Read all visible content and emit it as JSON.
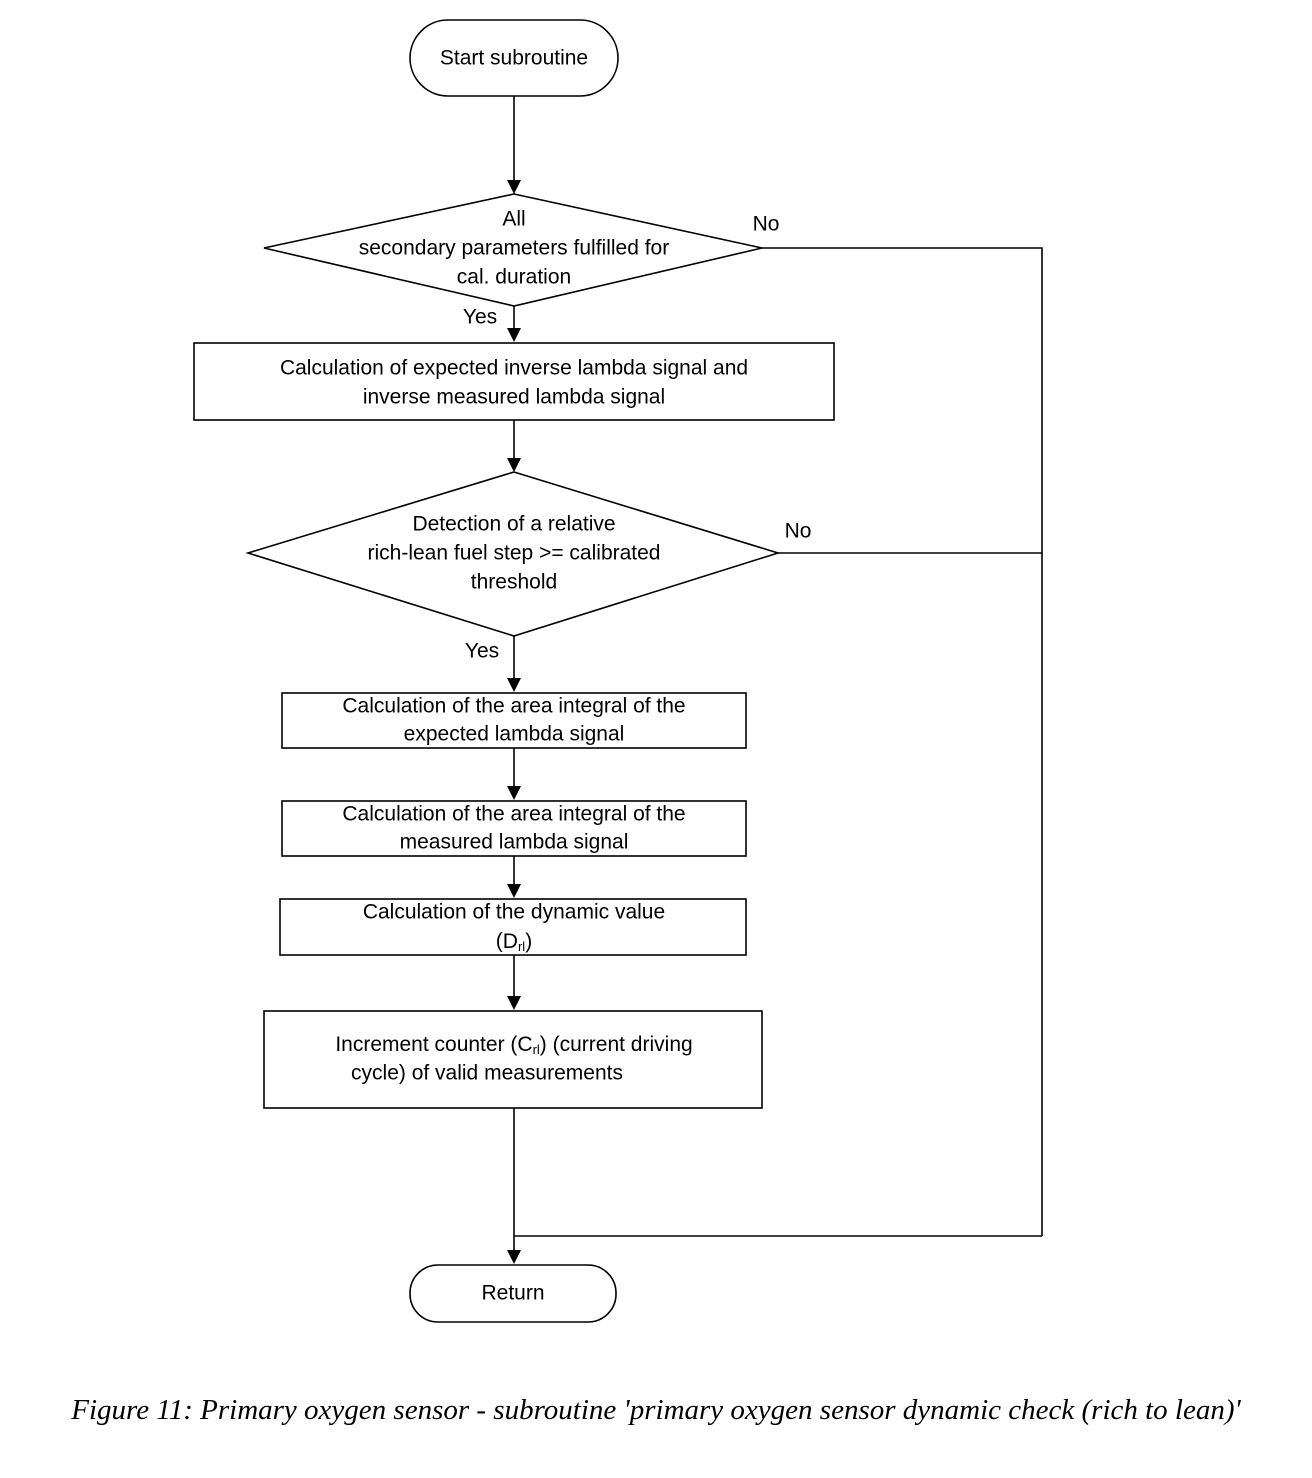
{
  "nodes": {
    "start": {
      "text": "Start subroutine"
    },
    "decision_params": {
      "lines": [
        "All",
        "secondary parameters fulfilled for",
        "cal. duration"
      ]
    },
    "calc_inverse": {
      "lines": [
        "Calculation of expected inverse lambda signal and",
        "inverse measured lambda signal"
      ]
    },
    "decision_step": {
      "lines": [
        "Detection of a relative",
        "rich-lean fuel step >= calibrated",
        "threshold"
      ]
    },
    "calc_expected_integral": {
      "lines": [
        "Calculation of the area integral of the",
        "expected lambda signal"
      ]
    },
    "calc_measured_integral": {
      "lines": [
        "Calculation of the area integral of the",
        "measured lambda signal"
      ]
    },
    "calc_dynamic": {
      "line1": "Calculation of the dynamic value",
      "symbol": "D",
      "subscript": "rl"
    },
    "increment": {
      "prefix": "Increment counter (",
      "symbol": "C",
      "subscript": "rl",
      "suffix": ") (current driving",
      "line2": "cycle) of valid measurements"
    },
    "return": {
      "text": "Return"
    }
  },
  "edge_labels": {
    "no": "No",
    "yes": "Yes"
  },
  "caption": "Figure 11: Primary oxygen sensor - subroutine 'primary oxygen sensor dynamic check (rich to lean)'"
}
